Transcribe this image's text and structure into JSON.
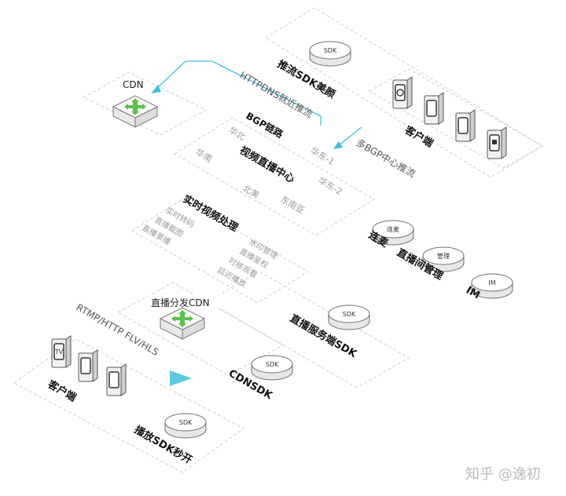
{
  "labels": {
    "cdn": "CDN",
    "push_sdk": "推流SDK美颜",
    "httpdns": "HTTPDNS就近推流",
    "multi_bgp": "多BGP中心推流",
    "client_top": "客户端",
    "bgp_link": "BGP链路",
    "north_china": "华北",
    "east_china_1": "华东-1",
    "south_china": "华南",
    "live_center": "视频直播中心",
    "east_china_2": "华东-2",
    "north_america": "北美",
    "southeast_asia": "东南亚",
    "realtime_title": "实时视频处理",
    "transcode": "实时转码",
    "screenshot": "直播截图",
    "recording": "直播录播",
    "watermark": "水印管理",
    "auth": "直播鉴权",
    "timeshift": "时移观看",
    "delay": "延迟播放",
    "lianmai": "连麦",
    "room_mgmt": "直播间管理",
    "im": "IM",
    "dist_cdn": "直播分发CDN",
    "protocols": "RTMP/HTTP FLV/HLS",
    "live_server_sdk": "直播服务端SDK",
    "cdn_sdk": "CDNSDK",
    "client_bottom": "客户端",
    "player_sdk": "播放SDK秒开",
    "watermark_brand": "知乎 @逸初"
  },
  "disc_tags": {
    "sdk": "SDK",
    "lianmai": "连麦",
    "room": "管理",
    "im": "IM"
  },
  "device_tags": {
    "tv": "TV"
  },
  "colors": {
    "arrow": "#3fc0dc",
    "green": "#5cc24a",
    "zone_border": "#cfcfcf"
  }
}
